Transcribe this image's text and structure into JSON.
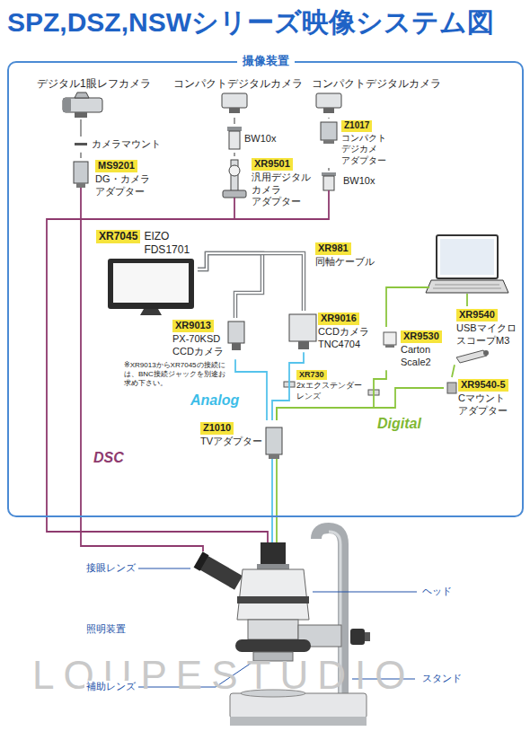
{
  "diagram": {
    "title": "SPZ,DSZ,NSWシリーズ映像システム図",
    "nodes": [
      {
        "text": [
          "撮像装置"
        ]
      },
      {
        "text": [
          "デジタル1眼レフカメラ"
        ],
        "in": 0
      },
      {
        "text": [
          "コンパクトデジタルカメラ"
        ],
        "in": 0
      },
      {
        "text": [
          "コンパクトデジタルカメラ"
        ],
        "in": 0
      },
      {
        "text": [
          "カメラマウント"
        ],
        "in": 0
      },
      {
        "text": [
          "MS9201",
          "DG・カメラ アダプター"
        ],
        "in": 0
      },
      {
        "text": [
          "BW10x"
        ],
        "in": 0
      },
      {
        "text": [
          "XR9501",
          "汎用デジタル カメラ アダプター"
        ],
        "in": 0
      },
      {
        "text": [
          "Z1017",
          "コンパクト デジカメ アダプター"
        ],
        "in": 0
      },
      {
        "text": [
          "BW10x"
        ],
        "in": 0
      },
      {
        "text": [
          "XR7045",
          "EIZO FDS1701"
        ],
        "in": 0
      },
      {
        "text": [
          "XR981",
          "同軸ケーブル"
        ],
        "in": 0
      },
      {
        "text": [
          "XR9013",
          "PX-70KSD CCDカメラ"
        ],
        "in": 0
      },
      {
        "text": [
          "XR9016",
          "CCDカメラ TNC4704"
        ],
        "in": 0
      },
      {
        "text": [
          "XR9530",
          "Carton Scale2"
        ],
        "in": 0
      },
      {
        "text": [
          "XR9540",
          "USBマイクロ スコープM3"
        ],
        "in": 0
      },
      {
        "text": [
          "XR730",
          "2xエクステンダー レンズ"
        ],
        "in": 0
      },
      {
        "text": [
          "XR9540-5",
          "Cマウント アダプター"
        ],
        "in": 0
      },
      {
        "text": [
          "Z1010",
          "TVアダプター"
        ],
        "in": 0
      }
    ],
    "edges": [
      {
        "from": 1,
        "to": 4,
        "arrow": "none"
      },
      {
        "from": 4,
        "to": 5,
        "arrow": "none"
      },
      {
        "from": 2,
        "to": 6,
        "arrow": "none"
      },
      {
        "from": 6,
        "to": 7,
        "arrow": "none"
      },
      {
        "from": 3,
        "to": 8,
        "arrow": "none"
      },
      {
        "from": 8,
        "to": 9,
        "arrow": "none"
      },
      {
        "from": 10,
        "to": 12,
        "arrow": "none"
      },
      {
        "from": 10,
        "to": 13,
        "arrow": "none"
      },
      {
        "from": 12,
        "to": 18,
        "arrow": "none"
      },
      {
        "from": 13,
        "to": 18,
        "arrow": "none"
      },
      {
        "from": 14,
        "to": 18,
        "arrow": "none"
      },
      {
        "from": 17,
        "to": 18,
        "arrow": "none"
      },
      {
        "from": 15,
        "to": 17,
        "arrow": "none"
      }
    ],
    "labels": [
      "※XR9013からXR7045の接続には、BNC接続ジャックを別途お求め下さい。",
      "Analog",
      "Digital",
      "DSC",
      "接眼レンズ",
      "照明装置",
      "補助レンズ",
      "ヘッド",
      "スタンド",
      "LOUPESTUDIO"
    ]
  }
}
